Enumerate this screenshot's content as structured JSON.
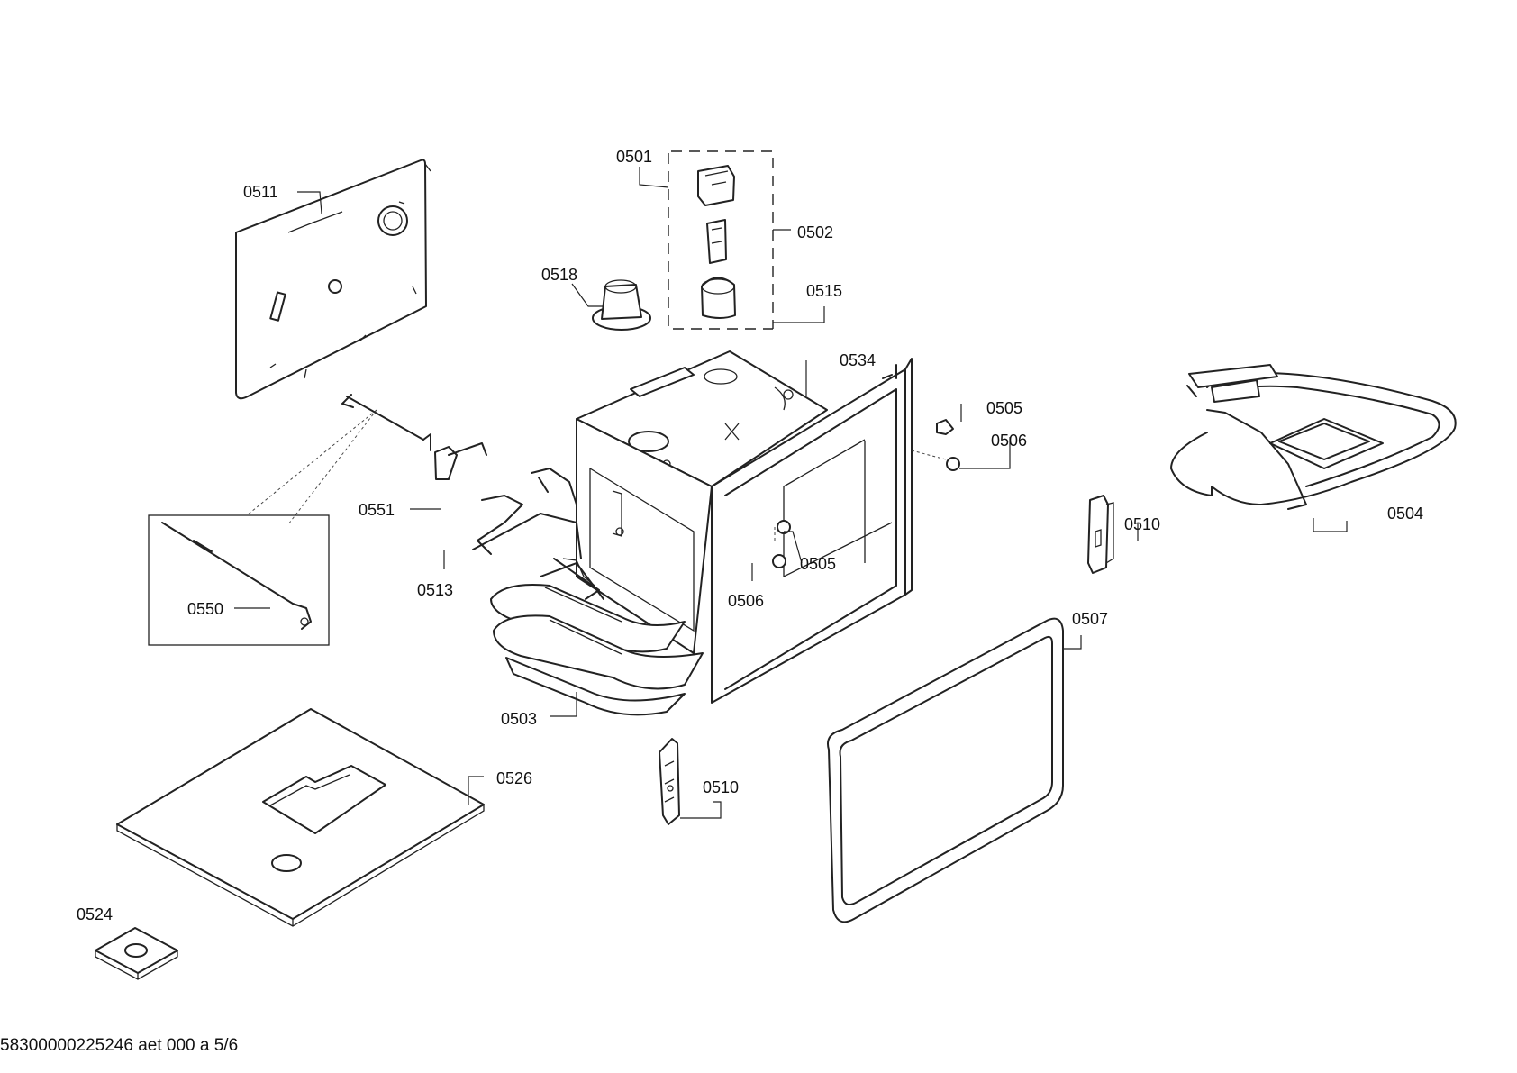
{
  "document": {
    "code": "58300000225246 aet 000 a 5/6"
  },
  "labels": {
    "p0501": "0501",
    "p0502": "0502",
    "p0503": "0503",
    "p0504": "0504",
    "p0505a": "0505",
    "p0505b": "0505",
    "p0506a": "0506",
    "p0506b": "0506",
    "p0507": "0507",
    "p0510a": "0510",
    "p0510b": "0510",
    "p0511": "0511",
    "p0513": "0513",
    "p0515": "0515",
    "p0518": "0518",
    "p0524": "0524",
    "p0526": "0526",
    "p0534": "0534",
    "p0550": "0550",
    "p0551": "0551"
  }
}
